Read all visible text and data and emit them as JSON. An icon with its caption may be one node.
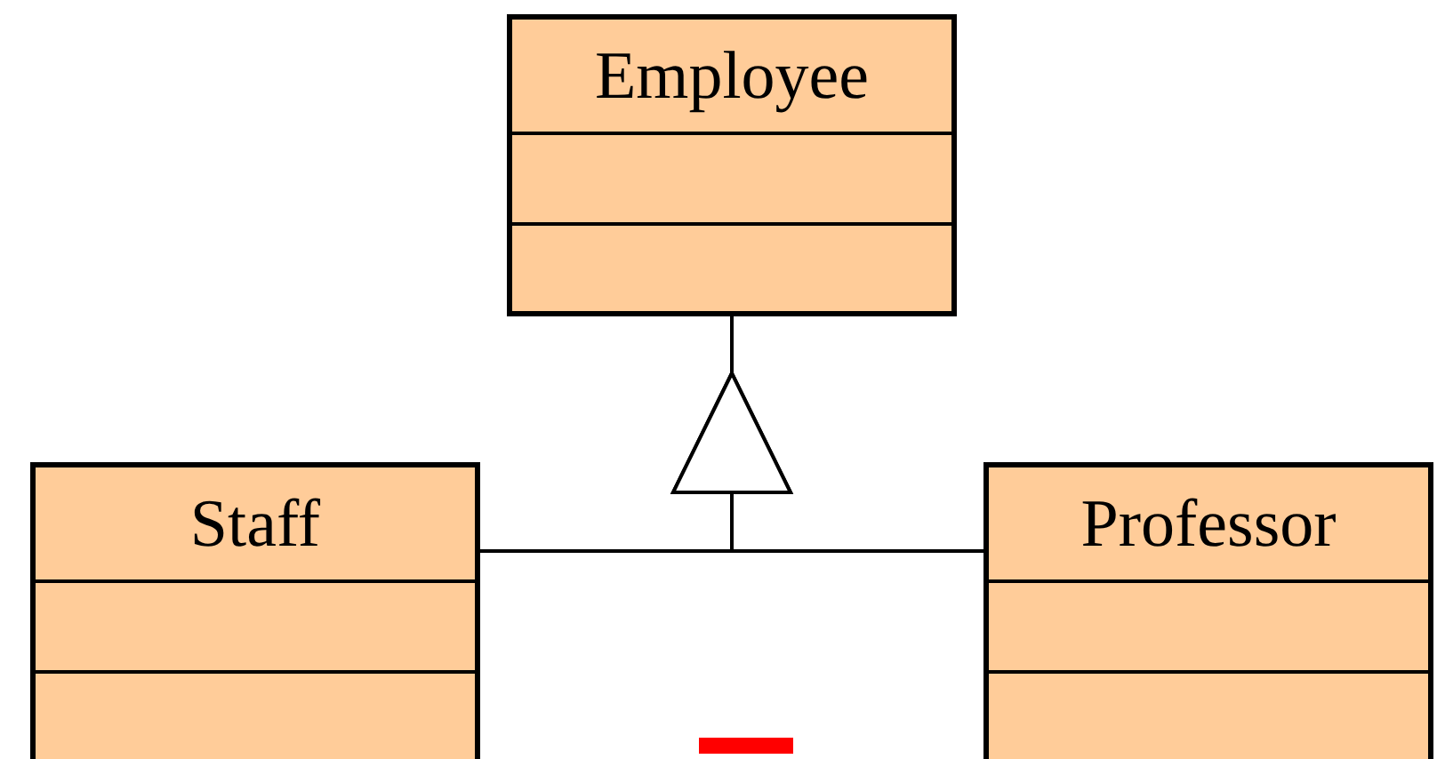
{
  "diagram": {
    "nodes": [
      {
        "text": [
          "Employee"
        ]
      },
      {
        "text": [
          "Staff"
        ]
      },
      {
        "text": [
          "Professor"
        ]
      }
    ],
    "edges": [
      {
        "from": 1,
        "to": 0,
        "arrow": "to"
      },
      {
        "from": 2,
        "to": 0,
        "arrow": "to"
      }
    ]
  }
}
